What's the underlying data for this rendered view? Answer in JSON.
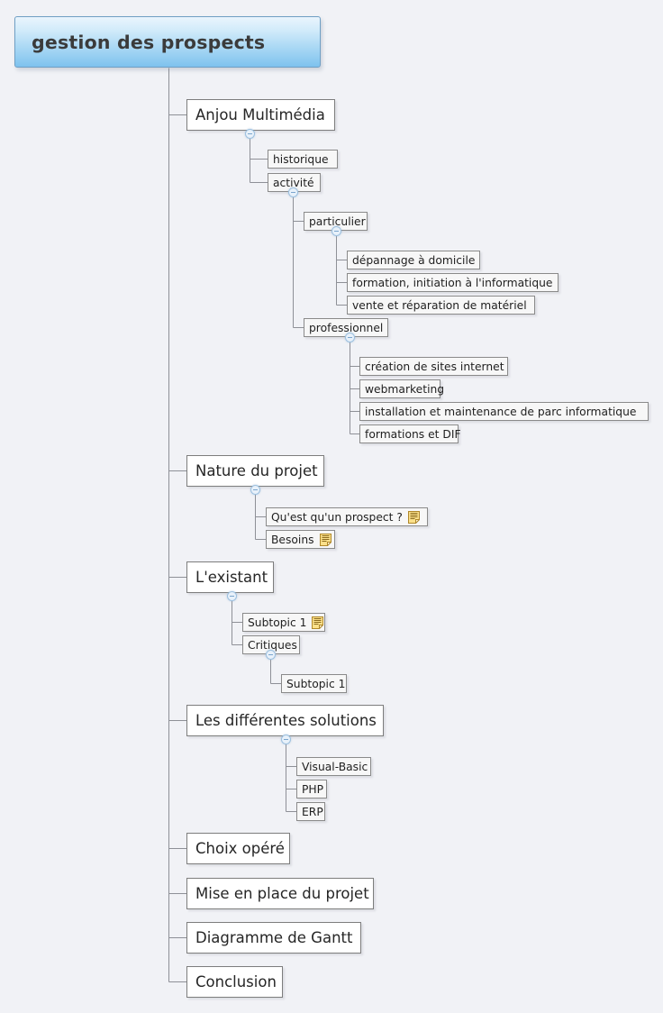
{
  "document": {
    "type": "mind-map",
    "background_color": "#f1f2f6",
    "root_fill_top": "#eaf5fd",
    "root_fill_bottom": "#7ec2ee",
    "line_color": "#8e9097"
  },
  "root": {
    "label": "gestion des prospects"
  },
  "branches": [
    {
      "label": "Anjou Multimédia",
      "children": [
        {
          "label": "historique"
        },
        {
          "label": "activité",
          "children": [
            {
              "label": "particulier",
              "children": [
                {
                  "label": "dépannage à domicile"
                },
                {
                  "label": "formation, initiation à l'informatique"
                },
                {
                  "label": "vente et réparation de matériel"
                }
              ]
            },
            {
              "label": "professionnel",
              "children": [
                {
                  "label": "création de sites internet"
                },
                {
                  "label": "webmarketing"
                },
                {
                  "label": "installation et maintenance de parc informatique"
                },
                {
                  "label": "formations et DIF"
                }
              ]
            }
          ]
        }
      ]
    },
    {
      "label": "Nature du projet",
      "children": [
        {
          "label": "Qu'est qu'un prospect ?",
          "note": true
        },
        {
          "label": "Besoins",
          "note": true
        }
      ]
    },
    {
      "label": "L'existant",
      "children": [
        {
          "label": "Subtopic 1",
          "note": true
        },
        {
          "label": "Critiques",
          "children": [
            {
              "label": "Subtopic 1"
            }
          ]
        }
      ]
    },
    {
      "label": "Les différentes solutions",
      "children": [
        {
          "label": "Visual-Basic"
        },
        {
          "label": "PHP"
        },
        {
          "label": "ERP"
        }
      ]
    },
    {
      "label": "Choix opéré"
    },
    {
      "label": "Mise en place du projet"
    },
    {
      "label": "Diagramme de Gantt"
    },
    {
      "label": "Conclusion"
    }
  ],
  "nodes": {
    "root": {
      "label": "gestion des prospects"
    },
    "anjou": {
      "label": "Anjou Multimédia"
    },
    "historique": {
      "label": "historique"
    },
    "activite": {
      "label": "activité"
    },
    "particulier": {
      "label": "particulier"
    },
    "depannage": {
      "label": "dépannage à domicile"
    },
    "formation_init": {
      "label": "formation, initiation à l'informatique"
    },
    "vente": {
      "label": "vente et réparation de matériel"
    },
    "professionnel": {
      "label": "professionnel"
    },
    "creation_sites": {
      "label": "création de sites internet"
    },
    "webmarketing": {
      "label": "webmarketing"
    },
    "installation": {
      "label": "installation et maintenance de parc informatique"
    },
    "formations_dif": {
      "label": "formations et DIF"
    },
    "nature": {
      "label": "Nature du projet"
    },
    "quest_prospect": {
      "label": "Qu'est qu'un prospect ?"
    },
    "besoins": {
      "label": "Besoins"
    },
    "existant": {
      "label": "L'existant"
    },
    "subtopic1a": {
      "label": "Subtopic 1"
    },
    "critiques": {
      "label": "Critiques"
    },
    "subtopic1b": {
      "label": "Subtopic 1"
    },
    "solutions": {
      "label": "Les différentes solutions"
    },
    "visual_basic": {
      "label": "Visual-Basic"
    },
    "php": {
      "label": "PHP"
    },
    "erp": {
      "label": "ERP"
    },
    "choix": {
      "label": "Choix opéré"
    },
    "mise_en_place": {
      "label": "Mise en place du projet"
    },
    "gantt": {
      "label": "Diagramme de Gantt"
    },
    "conclusion": {
      "label": "Conclusion"
    }
  }
}
